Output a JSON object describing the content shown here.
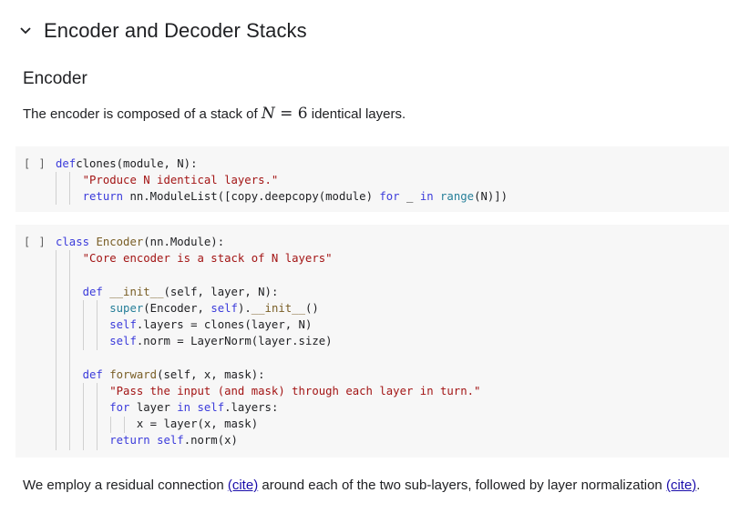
{
  "section": {
    "title": "Encoder and Decoder Stacks"
  },
  "subsection": {
    "title": "Encoder"
  },
  "intro": {
    "before": "The encoder is composed of a stack of ",
    "math_var": "N",
    "math_eq": " = ",
    "math_val": "6",
    "after": " identical layers."
  },
  "cells": [
    {
      "run_label": "[ ]",
      "lines": [
        [
          [
            "kw",
            "def"
          ],
          [
            "",
            "clones("
          ],
          [
            "",
            "module, N):"
          ]
        ],
        [
          [
            "ind",
            "    "
          ],
          [
            "str",
            "\"Produce N identical layers.\""
          ]
        ],
        [
          [
            "ind",
            "    "
          ],
          [
            "kw",
            "return"
          ],
          [
            "",
            " nn.ModuleList([copy.deepcopy(module) "
          ],
          [
            "kw",
            "for"
          ],
          [
            "",
            " _ "
          ],
          [
            "kw",
            "in"
          ],
          [
            "",
            " "
          ],
          [
            "bi",
            "range"
          ],
          [
            "",
            "(N)])"
          ]
        ]
      ]
    },
    {
      "run_label": "[ ]",
      "lines": [
        [
          [
            "kw",
            "class"
          ],
          [
            "",
            " "
          ],
          [
            "fn",
            "Encoder"
          ],
          [
            "",
            "(nn.Module):"
          ]
        ],
        [
          [
            "ind",
            "    "
          ],
          [
            "str",
            "\"Core encoder is a stack of N layers\""
          ]
        ],
        [
          [
            "",
            ""
          ]
        ],
        [
          [
            "ind",
            "    "
          ],
          [
            "kw",
            "def"
          ],
          [
            "",
            " "
          ],
          [
            "fn",
            "__init__"
          ],
          [
            "",
            "(self, layer, N):"
          ]
        ],
        [
          [
            "ind",
            "        "
          ],
          [
            "bi",
            "super"
          ],
          [
            "",
            "(Encoder, "
          ],
          [
            "kw",
            "self"
          ],
          [
            "",
            ")."
          ],
          [
            "fn",
            "__init__"
          ],
          [
            "",
            "()"
          ]
        ],
        [
          [
            "ind",
            "        "
          ],
          [
            "kw",
            "self"
          ],
          [
            "",
            ".layers = clones(layer, N)"
          ]
        ],
        [
          [
            "ind",
            "        "
          ],
          [
            "kw",
            "self"
          ],
          [
            "",
            ".norm = LayerNorm(layer.size)"
          ]
        ],
        [
          [
            "",
            ""
          ]
        ],
        [
          [
            "ind",
            "    "
          ],
          [
            "kw",
            "def"
          ],
          [
            "",
            " "
          ],
          [
            "fn",
            "forward"
          ],
          [
            "",
            "(self, x, mask):"
          ]
        ],
        [
          [
            "ind",
            "        "
          ],
          [
            "str",
            "\"Pass the input (and mask) through each layer in turn.\""
          ]
        ],
        [
          [
            "ind",
            "        "
          ],
          [
            "kw",
            "for"
          ],
          [
            "",
            " layer "
          ],
          [
            "kw",
            "in"
          ],
          [
            "",
            " "
          ],
          [
            "kw",
            "self"
          ],
          [
            "",
            ".layers:"
          ]
        ],
        [
          [
            "ind",
            "            "
          ],
          [
            "",
            "x = layer(x, mask)"
          ]
        ],
        [
          [
            "ind",
            "        "
          ],
          [
            "kw",
            "return"
          ],
          [
            "",
            " "
          ],
          [
            "kw",
            "self"
          ],
          [
            "",
            ".norm(x)"
          ]
        ]
      ]
    }
  ],
  "outro": {
    "before": "We employ a residual connection ",
    "cite1": "(cite)",
    "middle": " around each of the two sub-layers, followed by layer normalization ",
    "cite2": "(cite)",
    "after": "."
  },
  "icons": {
    "collapse": "chevron-down-icon"
  }
}
